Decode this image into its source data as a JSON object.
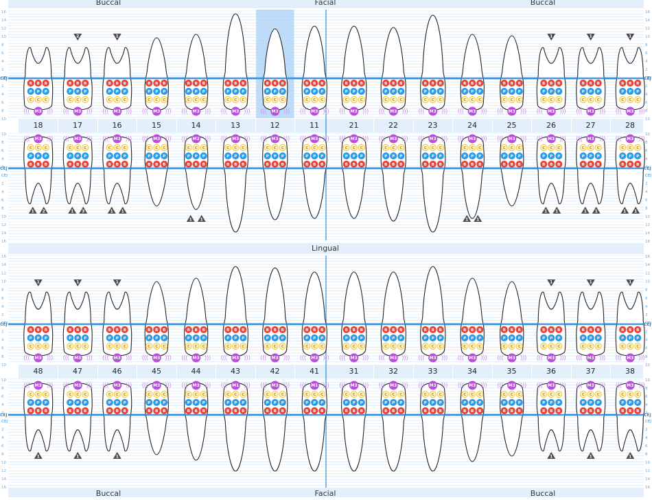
{
  "bands": {
    "top": {
      "left": "Buccal",
      "center": "Facial",
      "right": "Buccal"
    },
    "middle": {
      "center": "Lingual"
    },
    "bottom": {
      "left": "Buccal",
      "center": "Facial",
      "right": "Buccal"
    }
  },
  "axis": {
    "cej_label": "CEJ",
    "upper_ticks": [
      "16",
      "14",
      "12",
      "10",
      "8",
      "6",
      "4",
      "2",
      "CEJ",
      "2",
      "4",
      "6",
      "8",
      "10"
    ],
    "upper_root_ticks": [
      "10",
      "8",
      "6",
      "4",
      "2",
      "CEJ",
      "2",
      "4",
      "6",
      "8",
      "10",
      "12",
      "14",
      "16"
    ]
  },
  "upper_teeth": [
    "18",
    "17",
    "16",
    "15",
    "14",
    "13",
    "12",
    "11",
    "21",
    "22",
    "23",
    "24",
    "25",
    "26",
    "27",
    "28"
  ],
  "lower_teeth": [
    "48",
    "47",
    "46",
    "45",
    "44",
    "43",
    "42",
    "41",
    "31",
    "32",
    "33",
    "34",
    "35",
    "36",
    "37",
    "38"
  ],
  "selected_tooth": "12",
  "site_letters": {
    "bleeding": "B",
    "plaque": "P",
    "calculus": "C",
    "mobility": "M3",
    "mobility_lower": "M2",
    "mobility_one": "M1"
  },
  "furcation": {
    "upper_buccal": [
      {
        "tooth": "17",
        "grade": "2"
      },
      {
        "tooth": "16",
        "grade": "1"
      },
      {
        "tooth": "26",
        "grade": "1"
      },
      {
        "tooth": "27",
        "grade": "1"
      },
      {
        "tooth": "28",
        "grade": "1"
      }
    ],
    "upper_palatal": [
      {
        "tooth": "18",
        "grades": [
          "1",
          "2"
        ]
      },
      {
        "tooth": "17",
        "grades": [
          "1",
          "3"
        ]
      },
      {
        "tooth": "16",
        "grades": [
          "1",
          "1"
        ]
      },
      {
        "tooth": "14",
        "grades": [
          "1",
          "1"
        ]
      },
      {
        "tooth": "24",
        "grades": [
          "1",
          "1"
        ]
      },
      {
        "tooth": "26",
        "grades": [
          "1",
          "1"
        ]
      },
      {
        "tooth": "27",
        "grades": [
          "1",
          "1"
        ]
      },
      {
        "tooth": "28",
        "grades": [
          "1",
          "1"
        ]
      }
    ],
    "lower_lingual": [
      {
        "tooth": "48",
        "grade": "1"
      },
      {
        "tooth": "47",
        "grade": "1"
      },
      {
        "tooth": "46",
        "grade": "1"
      },
      {
        "tooth": "36",
        "grade": "1"
      },
      {
        "tooth": "37",
        "grade": "1"
      },
      {
        "tooth": "38",
        "grade": "1"
      }
    ],
    "lower_buccal": [
      {
        "tooth": "48",
        "grade": "1"
      },
      {
        "tooth": "47",
        "grade": "1"
      },
      {
        "tooth": "46",
        "grade": "1"
      },
      {
        "tooth": "36",
        "grade": "1"
      },
      {
        "tooth": "37",
        "grade": "1"
      },
      {
        "tooth": "38",
        "grade": "1"
      }
    ]
  },
  "colors": {
    "bleeding": "#e8453c",
    "plaque": "#2d9be6",
    "calculus": "#f3c640",
    "mobility": "#b84fd8",
    "cej_line": "#2d8fdd",
    "gridline": "#cfe2f3",
    "band": "#e3f0fb",
    "selection": "#a9d1f7",
    "furcation": "#4a4a4a"
  }
}
